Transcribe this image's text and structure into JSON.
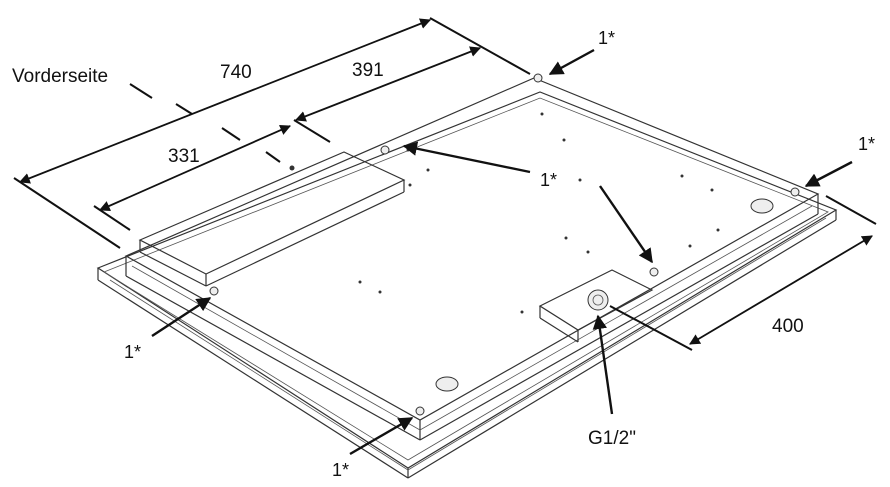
{
  "labels": {
    "front": "Vorderseite",
    "dim_total_width": "740",
    "dim_right_part": "391",
    "dim_left_part": "331",
    "dim_depth": "400",
    "connection": "G1/2\"",
    "mount_point": "1*"
  },
  "icons": {
    "mount_hole": "mounting-hole-icon",
    "arrow": "arrow-icon"
  },
  "colors": {
    "line": "#333333",
    "text": "#111111",
    "background": "#ffffff"
  }
}
